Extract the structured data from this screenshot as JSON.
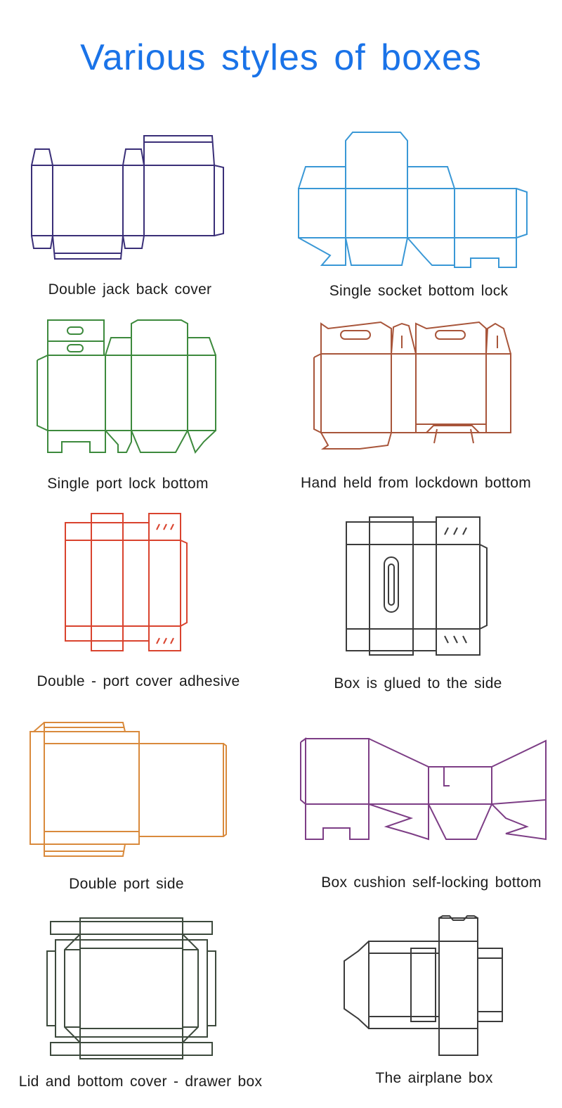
{
  "page": {
    "title": "Various styles of boxes"
  },
  "boxes": [
    {
      "label": "Double jack back cover",
      "color": "#3a2f78"
    },
    {
      "label": "Single socket bottom lock",
      "color": "#3a98d6"
    },
    {
      "label": "Single port lock bottom",
      "color": "#3d8a3d"
    },
    {
      "label": "Hand held from lockdown bottom",
      "color": "#a8553a"
    },
    {
      "label": "Double - port cover adhesive",
      "color": "#d9432e"
    },
    {
      "label": "Box is glued to the side",
      "color": "#3b3b3b"
    },
    {
      "label": "Double port side",
      "color": "#d98a3c"
    },
    {
      "label": "Box cushion self-locking bottom",
      "color": "#7d3e86"
    },
    {
      "label": "Lid and bottom cover - drawer box",
      "color": "#3d4a3d"
    },
    {
      "label": "The airplane box",
      "color": "#3b3b3b"
    }
  ]
}
